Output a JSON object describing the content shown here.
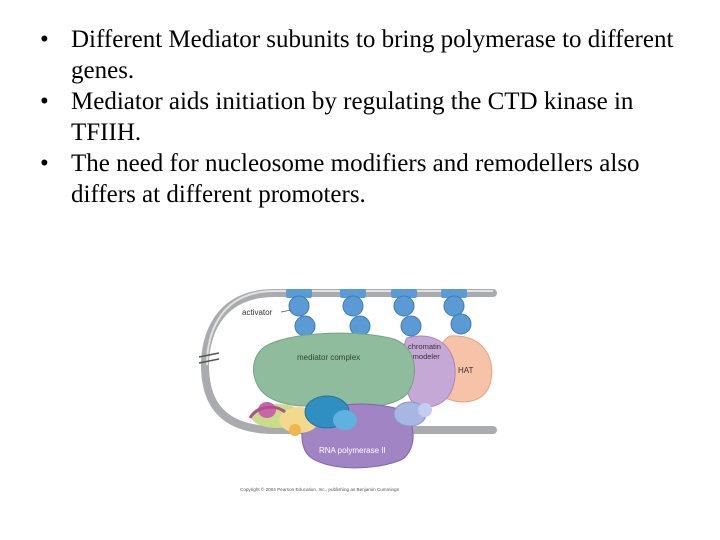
{
  "bullets": [
    "Different Mediator subunits to bring polymerase to different genes.",
    "Mediator aids initiation by regulating the CTD kinase in TFIIH.",
    "The need for nucleosome modifiers and remodellers also differs at different promoters."
  ],
  "bullet_glyph": "•",
  "figure": {
    "labels": {
      "activator": "activator",
      "mediator": "mediator complex",
      "chromatin_line1": "chromatin",
      "chromatin_line2": "remodeler",
      "hat": "HAT",
      "rna_pol": "RNA polymerase II"
    },
    "copyright": "Copyright © 2004 Pearson Education, Inc., publishing as Benjamin Cummings"
  },
  "colors": {
    "dna": "#a9abae",
    "activator": "#5b9bd5",
    "mediator": "#8fbc9c",
    "remodeler": "#c6a8d6",
    "hat": "#f6c3a8",
    "rna_pol": "#a184c4"
  }
}
